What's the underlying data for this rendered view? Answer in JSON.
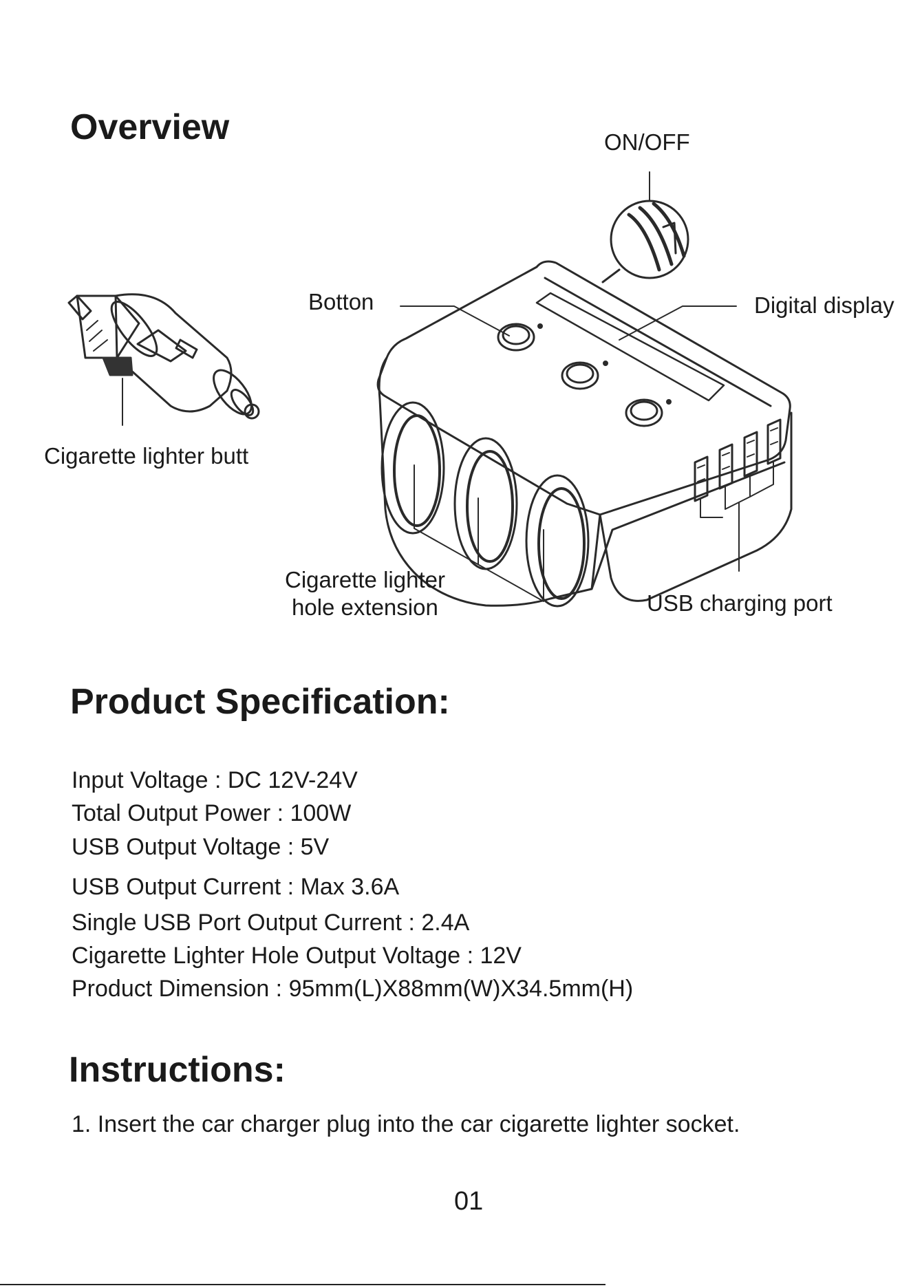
{
  "overview": {
    "title": "Overview",
    "labels": {
      "on_off": "ON/OFF",
      "button": "Botton",
      "digital_display": "Digital display",
      "plug": "Cigarette lighter  butt",
      "hole_extension_line1": "Cigarette lighter",
      "hole_extension_line2": "hole extension",
      "usb_port": "USB charging port"
    }
  },
  "specification": {
    "title": "Product Specification:",
    "items": [
      "Input Voltage : DC 12V-24V",
      "Total Output Power : 100W",
      "USB Output Voltage : 5V",
      "USB Output Current : Max 3.6A",
      "Single USB Port Output Current : 2.4A",
      "Cigarette Lighter Hole Output Voltage : 12V",
      "Product Dimension : 95mm(L)X88mm(W)X34.5mm(H)"
    ]
  },
  "instructions": {
    "title": "Instructions:",
    "steps": [
      "1.  Insert the car charger plug into the car cigarette lighter socket."
    ]
  },
  "footer": {
    "page_number": "01"
  }
}
